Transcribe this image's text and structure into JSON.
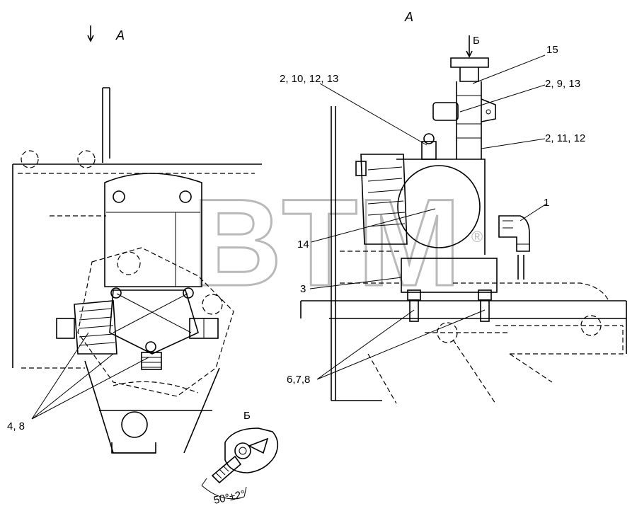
{
  "view_labels": {
    "left_view": "А",
    "right_view": "А",
    "detail_top": "Б",
    "detail_bottom": "Б"
  },
  "angle_annotation": "50°±2°",
  "callouts": {
    "c15": "15",
    "c2_10_12_13": "2, 10, 12, 13",
    "c2_9_13": "2, 9, 13",
    "c2_11_12": "2, 11, 12",
    "c1": "1",
    "c14": "14",
    "c3": "3",
    "c6_7_8": "6,7,8",
    "c4_8": "4, 8"
  },
  "watermark": {
    "text": "BTM",
    "mark": "®"
  }
}
